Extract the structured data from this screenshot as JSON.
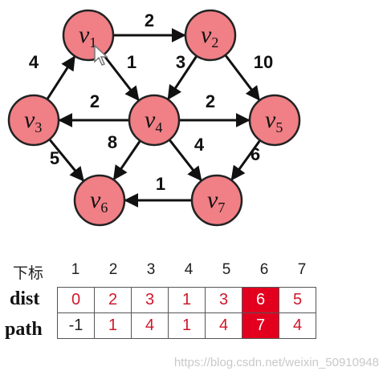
{
  "graph": {
    "nodes": [
      {
        "id": "v1",
        "letter": "v",
        "sub": "1"
      },
      {
        "id": "v2",
        "letter": "v",
        "sub": "2"
      },
      {
        "id": "v3",
        "letter": "v",
        "sub": "3"
      },
      {
        "id": "v4",
        "letter": "v",
        "sub": "4"
      },
      {
        "id": "v5",
        "letter": "v",
        "sub": "5"
      },
      {
        "id": "v6",
        "letter": "v",
        "sub": "6"
      },
      {
        "id": "v7",
        "letter": "v",
        "sub": "7"
      }
    ],
    "edges": [
      {
        "from": "v1",
        "to": "v2",
        "weight": "2"
      },
      {
        "from": "v1",
        "to": "v4",
        "weight": "1"
      },
      {
        "from": "v3",
        "to": "v1",
        "weight": "4"
      },
      {
        "from": "v2",
        "to": "v4",
        "weight": "3"
      },
      {
        "from": "v2",
        "to": "v5",
        "weight": "10"
      },
      {
        "from": "v4",
        "to": "v3",
        "weight": "2"
      },
      {
        "from": "v4",
        "to": "v5",
        "weight": "2"
      },
      {
        "from": "v4",
        "to": "v6",
        "weight": "8"
      },
      {
        "from": "v4",
        "to": "v7",
        "weight": "4"
      },
      {
        "from": "v3",
        "to": "v6",
        "weight": "5"
      },
      {
        "from": "v5",
        "to": "v7",
        "weight": "6"
      },
      {
        "from": "v7",
        "to": "v6",
        "weight": "1"
      }
    ]
  },
  "table": {
    "index_label": "下标",
    "indices": [
      "1",
      "2",
      "3",
      "4",
      "5",
      "6",
      "7"
    ],
    "rows": [
      {
        "label": "dist",
        "values": [
          "0",
          "2",
          "3",
          "1",
          "3",
          "6",
          "5"
        ]
      },
      {
        "label": "path",
        "values": [
          "-1",
          "1",
          "4",
          "1",
          "4",
          "7",
          "4"
        ]
      }
    ],
    "highlight_index": "6",
    "highlight_color": "#e3001f",
    "value_color": "#d0172b"
  },
  "watermark": "https://blog.csdn.net/weixin_50910948",
  "node_fill": "#f07f86"
}
